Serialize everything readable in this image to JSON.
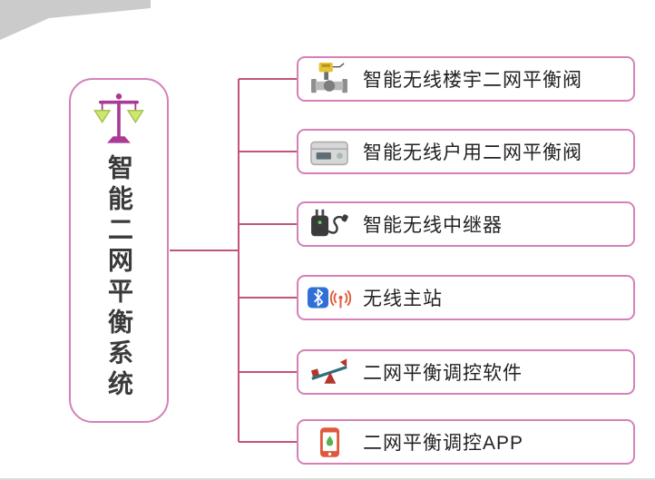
{
  "root": {
    "label": "智能二网平衡系统",
    "icon": "balance-scale-icon"
  },
  "branches": [
    {
      "label": "智能无线楼宇二网平衡阀",
      "icon": "building-valve-icon"
    },
    {
      "label": "智能无线户用二网平衡阀",
      "icon": "household-meter-icon"
    },
    {
      "label": "智能无线中继器",
      "icon": "power-adapter-icon"
    },
    {
      "label": "无线主站",
      "icon": "bluetooth-signal-icon"
    },
    {
      "label": "二网平衡调控软件",
      "icon": "balance-control-icon"
    },
    {
      "label": "二网平衡调控APP",
      "icon": "smartphone-icon"
    }
  ],
  "colors": {
    "box_border": "#d581b8",
    "connector_line": "#c4537a",
    "root_text": "#3a3a3a",
    "branch_text": "#222222",
    "scale_magenta": "#a93a96",
    "scale_pan_lime": "#cbe96a",
    "actuator_yellow": "#e6c235",
    "bluetooth_blue": "#2f6fd6",
    "signal_red": "#e05a38",
    "phone_orange": "#e0593c",
    "drop_green": "#54b44c"
  }
}
